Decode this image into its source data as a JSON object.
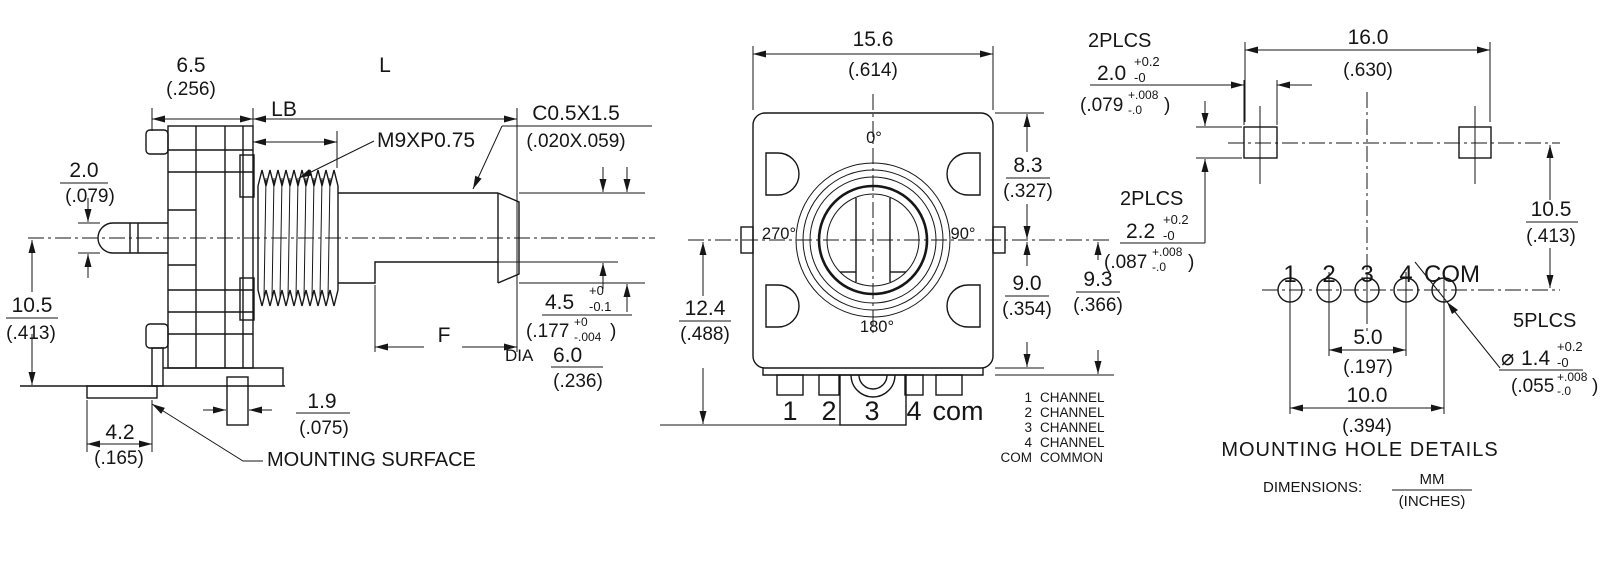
{
  "side_view": {
    "d65": {
      "mm": "6.5",
      "inch": "(.256)"
    },
    "L": "L",
    "LB": "LB",
    "thread": "M9XP0.75",
    "chamfer": {
      "mm": "C0.5X1.5",
      "inch": "(.020X.059)"
    },
    "d20": {
      "mm": "2.0",
      "inch": "(.079)"
    },
    "d105": {
      "mm": "10.5",
      "inch": "(.413)"
    },
    "d45": {
      "mm": "4.5",
      "tp": "+0",
      "tb": "-0.1",
      "inch": "(.177",
      "itp": "+0",
      "itb": "-.004",
      "ic": ")"
    },
    "dia": {
      "label": "DIA",
      "mm": "6.0",
      "inch": "(.236)"
    },
    "F": "F",
    "d19": {
      "mm": "1.9",
      "inch": "(.075)"
    },
    "d42": {
      "mm": "4.2",
      "inch": "(.165)"
    },
    "mounting_surface": "MOUNTING SURFACE"
  },
  "front_view": {
    "d156": {
      "mm": "15.6",
      "inch": "(.614)"
    },
    "d124": {
      "mm": "12.4",
      "inch": "(.488)"
    },
    "d83": {
      "mm": "8.3",
      "inch": "(.327)"
    },
    "d90": {
      "mm": "9.0",
      "inch": "(.354)"
    },
    "d93": {
      "mm": "9.3",
      "inch": "(.366)"
    },
    "a0": "0°",
    "a90": "90°",
    "a180": "180°",
    "a270": "270°",
    "pins": [
      "1",
      "2",
      "3",
      "4",
      "com"
    ],
    "legend": [
      [
        "1",
        "CHANNEL"
      ],
      [
        "2",
        "CHANNEL"
      ],
      [
        "3",
        "CHANNEL"
      ],
      [
        "4",
        "CHANNEL"
      ],
      [
        "COM",
        "COMMON"
      ]
    ]
  },
  "hole_view": {
    "p2a": {
      "label": "2PLCS",
      "mm": "2.0",
      "tp": "+0.2",
      "tb": "-0",
      "inch": "(.079",
      "itp": "+.008",
      "itb": "-.0",
      "ic": ")"
    },
    "p2b": {
      "label": "2PLCS",
      "mm": "2.2",
      "tp": "+0.2",
      "tb": "-0",
      "inch": "(.087",
      "itp": "+.008",
      "itb": "-.0",
      "ic": ")"
    },
    "d160": {
      "mm": "16.0",
      "inch": "(.630)"
    },
    "d105": {
      "mm": "10.5",
      "inch": "(.413)"
    },
    "d50": {
      "mm": "5.0",
      "inch": "(.197)"
    },
    "d100": {
      "mm": "10.0",
      "inch": "(.394)"
    },
    "p5": "5PLCS",
    "d14": {
      "dia": "⌀",
      "mm": "1.4",
      "tp": "+0.2",
      "tb": "-0",
      "inch": "(.055",
      "itp": "+.008",
      "itb": "-.0",
      "ic": ")"
    },
    "pins": [
      "1",
      "2",
      "3",
      "4",
      "COM"
    ],
    "title": "MOUNTING HOLE DETAILS",
    "dim_label": "DIMENSIONS:",
    "mm": "MM",
    "inches": "(INCHES)"
  }
}
